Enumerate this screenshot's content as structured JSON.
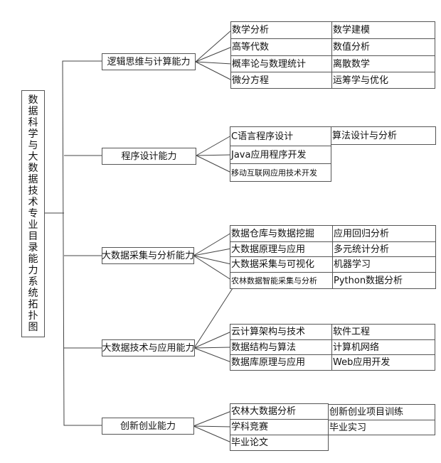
{
  "root": {
    "label": "数据科学与大数据技术专业目录能力系统拓扑图"
  },
  "categories": [
    {
      "label": "逻辑思维与计算能力",
      "core_courses": [
        "数学分析",
        "高等代数",
        "概率论与数理统计",
        "微分方程"
      ],
      "related_courses": [
        "数学建模",
        "数值分析",
        "离散数学",
        "运筹学与优化"
      ]
    },
    {
      "label": "程序设计能力",
      "core_courses": [
        "C语言程序设计",
        "Java应用程序开发",
        "移动互联网应用技术开发"
      ],
      "related_courses": [
        "算法设计与分析"
      ]
    },
    {
      "label": "大数据采集与分析能力",
      "core_courses": [
        "数据仓库与数据挖掘",
        "大数据原理与应用",
        "大数据采集与可视化",
        "农林数据智能采集与分析"
      ],
      "related_courses": [
        "应用回归分析",
        "多元统计分析",
        "机器学习",
        "Python数据分析"
      ]
    },
    {
      "label": "大数据技术与应用能力",
      "core_courses": [
        "云计算架构与技术",
        "数据结构与算法",
        "数据库原理与应用"
      ],
      "related_courses": [
        "软件工程",
        "计算机网络",
        "Web应用开发"
      ]
    },
    {
      "label": "创新创业能力",
      "core_courses": [
        "农林大数据分析",
        "学科竞赛",
        "毕业论文"
      ],
      "related_courses": [
        "创新创业项目训练",
        "毕业实习"
      ]
    }
  ]
}
